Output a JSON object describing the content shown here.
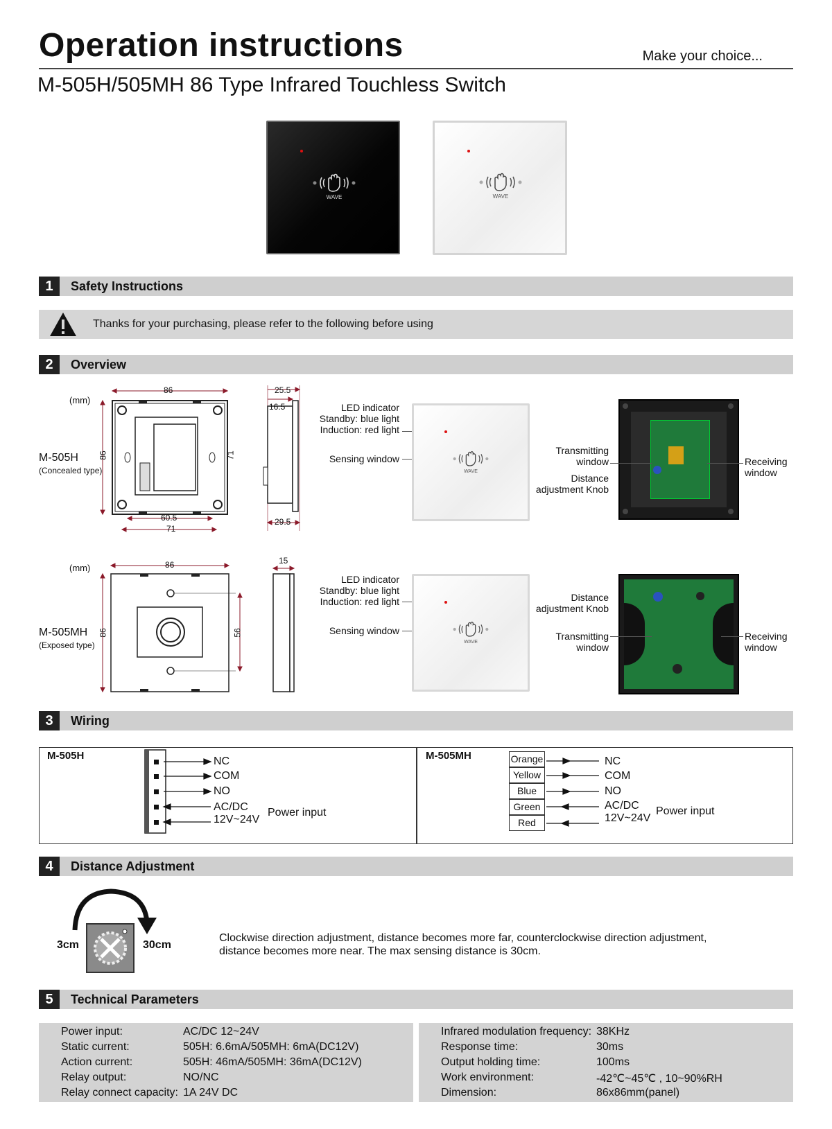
{
  "header": {
    "title": "Operation instructions",
    "tagline": "Make  your choice...",
    "subtitle": "M-505H/505MH  86 Type Infrared Touchless Switch"
  },
  "products": {
    "black_wave_label": "WAVE",
    "white_wave_label": "WAVE"
  },
  "sections": [
    {
      "num": "1",
      "title": "Safety Instructions"
    },
    {
      "num": "2",
      "title": "Overview"
    },
    {
      "num": "3",
      "title": "Wiring"
    },
    {
      "num": "4",
      "title": "Distance Adjustment"
    },
    {
      "num": "5",
      "title": "Technical Parameters"
    }
  ],
  "safety": {
    "notice": "Thanks for your purchasing, please refer to the following before using"
  },
  "overview": {
    "unit": "(mm)",
    "m505h": {
      "name": "M-505H",
      "type": "(Concealed type)",
      "dims": {
        "width": "86",
        "height": "86",
        "inner_h": "71",
        "hole_w": "60.5",
        "hole_w2": "71",
        "depth_top": "25.5",
        "depth_mid": "16.5",
        "depth_bot": "29.5"
      },
      "led_label": "LED indicator",
      "led_standby": "Standby: blue light",
      "led_induction": "Induction: red light",
      "sensing_window": "Sensing window",
      "wave": "WAVE",
      "transmitting": [
        "Transmitting",
        "window"
      ],
      "distance_knob": [
        "Distance",
        "adjustment Knob"
      ],
      "receiving": [
        "Receiving",
        "window"
      ]
    },
    "m505mh": {
      "name": "M-505MH",
      "type": "(Exposed type)",
      "dims": {
        "width": "86",
        "height": "86",
        "inner_h": "56",
        "depth": "15"
      },
      "led_label": "LED indicator",
      "led_standby": "Standby: blue light",
      "led_induction": "Induction: red light",
      "sensing_window": "Sensing window",
      "wave": "WAVE",
      "distance_knob": [
        "Distance",
        "adjustment Knob"
      ],
      "transmitting": [
        "Transmitting",
        "window"
      ],
      "receiving": [
        "Receiving",
        "window"
      ]
    }
  },
  "wiring": {
    "left": {
      "model": "M-505H",
      "outputs": [
        "NC",
        "COM",
        "NO"
      ],
      "power": [
        "AC/DC",
        "12V~24V"
      ],
      "power_label": "Power input"
    },
    "right": {
      "model": "M-505MH",
      "wires": [
        "Orange",
        "Yellow",
        "Blue",
        "Green",
        "Red"
      ],
      "outputs": [
        "NC",
        "COM",
        "NO"
      ],
      "power": [
        "AC/DC",
        "12V~24V"
      ],
      "power_label": "Power input"
    }
  },
  "distance": {
    "min": "3cm",
    "max": "30cm",
    "text1": "Clockwise direction adjustment, distance becomes more far, counterclockwise direction adjustment,",
    "text2": "distance becomes more near. The max sensing distance is 30cm."
  },
  "params": {
    "left": [
      {
        "k": "Power input:",
        "v": "AC/DC 12~24V"
      },
      {
        "k": "Static current:",
        "v": "505H: 6.6mA/505MH: 6mA(DC12V)"
      },
      {
        "k": "Action current:",
        "v": "505H: 46mA/505MH: 36mA(DC12V)"
      },
      {
        "k": "Relay output:",
        "v": "NO/NC"
      },
      {
        "k": "Relay connect capacity:",
        "v": "1A 24V DC"
      }
    ],
    "right": [
      {
        "k": "Infrared modulation frequency:",
        "v": "38KHz"
      },
      {
        "k": "Response time:",
        "v": "30ms"
      },
      {
        "k": "Output holding time:",
        "v": "100ms"
      },
      {
        "k": "Work environment:",
        "v": "-42℃~45℃ , 10~90%RH"
      },
      {
        "k": "Dimension:",
        "v": "86x86mm(panel)"
      }
    ]
  }
}
